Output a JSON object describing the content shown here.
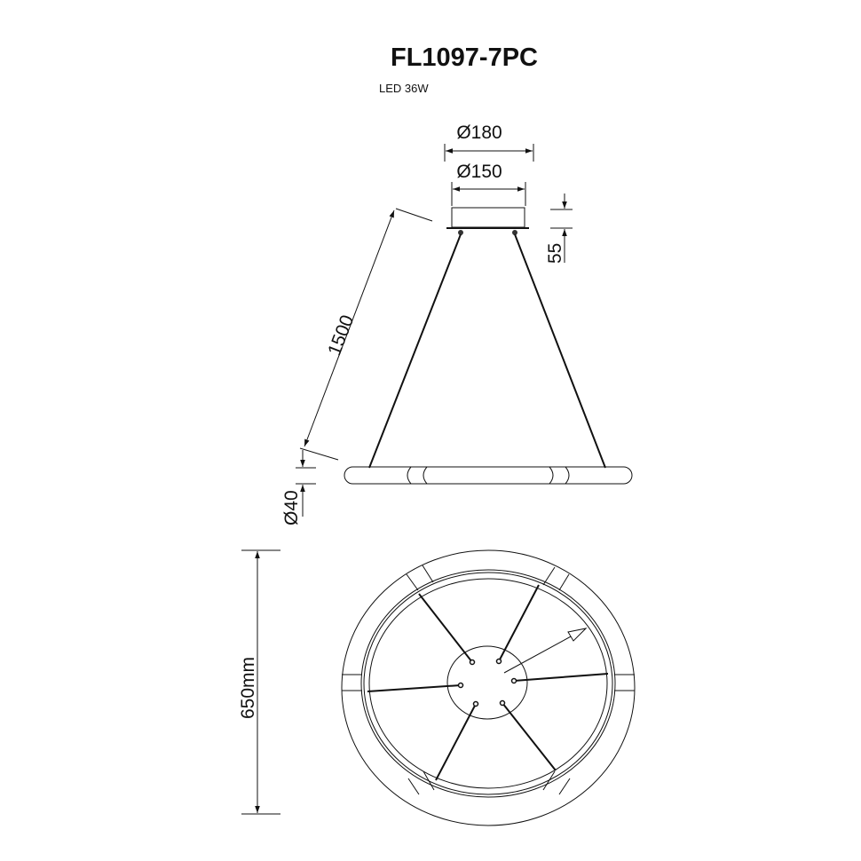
{
  "title": "FL1097-7PC",
  "subtitle": "LED 36W",
  "dimensions": {
    "canopy_outer": "Ø180",
    "canopy_inner": "Ø150",
    "canopy_height": "55",
    "cable_length": "1500",
    "ring_thickness": "Ø40",
    "ring_diameter": "650mm"
  },
  "colors": {
    "line": "#111111",
    "background": "#ffffff"
  }
}
